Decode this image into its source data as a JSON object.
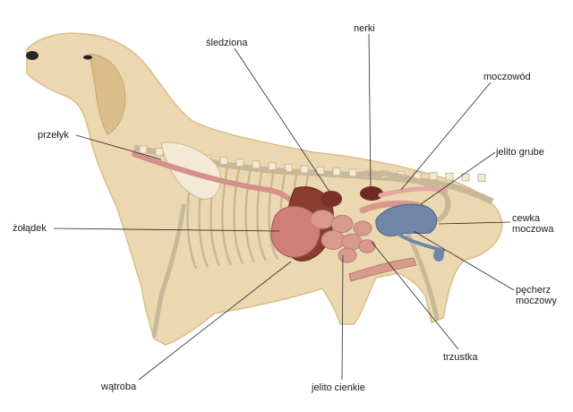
{
  "labels": {
    "przelyk": "przełyk",
    "zoladek": "żołądek",
    "watroba": "wątroba",
    "sledziona": "śledziona",
    "nerki": "nerki",
    "moczowod": "moczowód",
    "jelito_grube": "jelito grube",
    "cewka_moczowa_1": "cewka",
    "cewka_moczowa_2": "moczowa",
    "pecherz_moczowy_1": "pęcherz",
    "pecherz_moczowy_2": "moczowy",
    "trzustka": "trzustka",
    "jelito_cienkie": "jelito cienkie"
  },
  "colors": {
    "fur": "#ecd8b0",
    "fur_shadow": "#d9bd8a",
    "bone": "#f3ead6",
    "bone_line": "#c8b898",
    "esophagus": "#d4908a",
    "stomach": "#cf7f78",
    "liver": "#8a3c30",
    "intestine": "#d79a8d",
    "spleen": "#7a2f28",
    "kidney": "#6f2a23",
    "bladder": "#6f86a6",
    "ureter": "#e3a7a0",
    "leader_line": "#2a2a2a"
  }
}
